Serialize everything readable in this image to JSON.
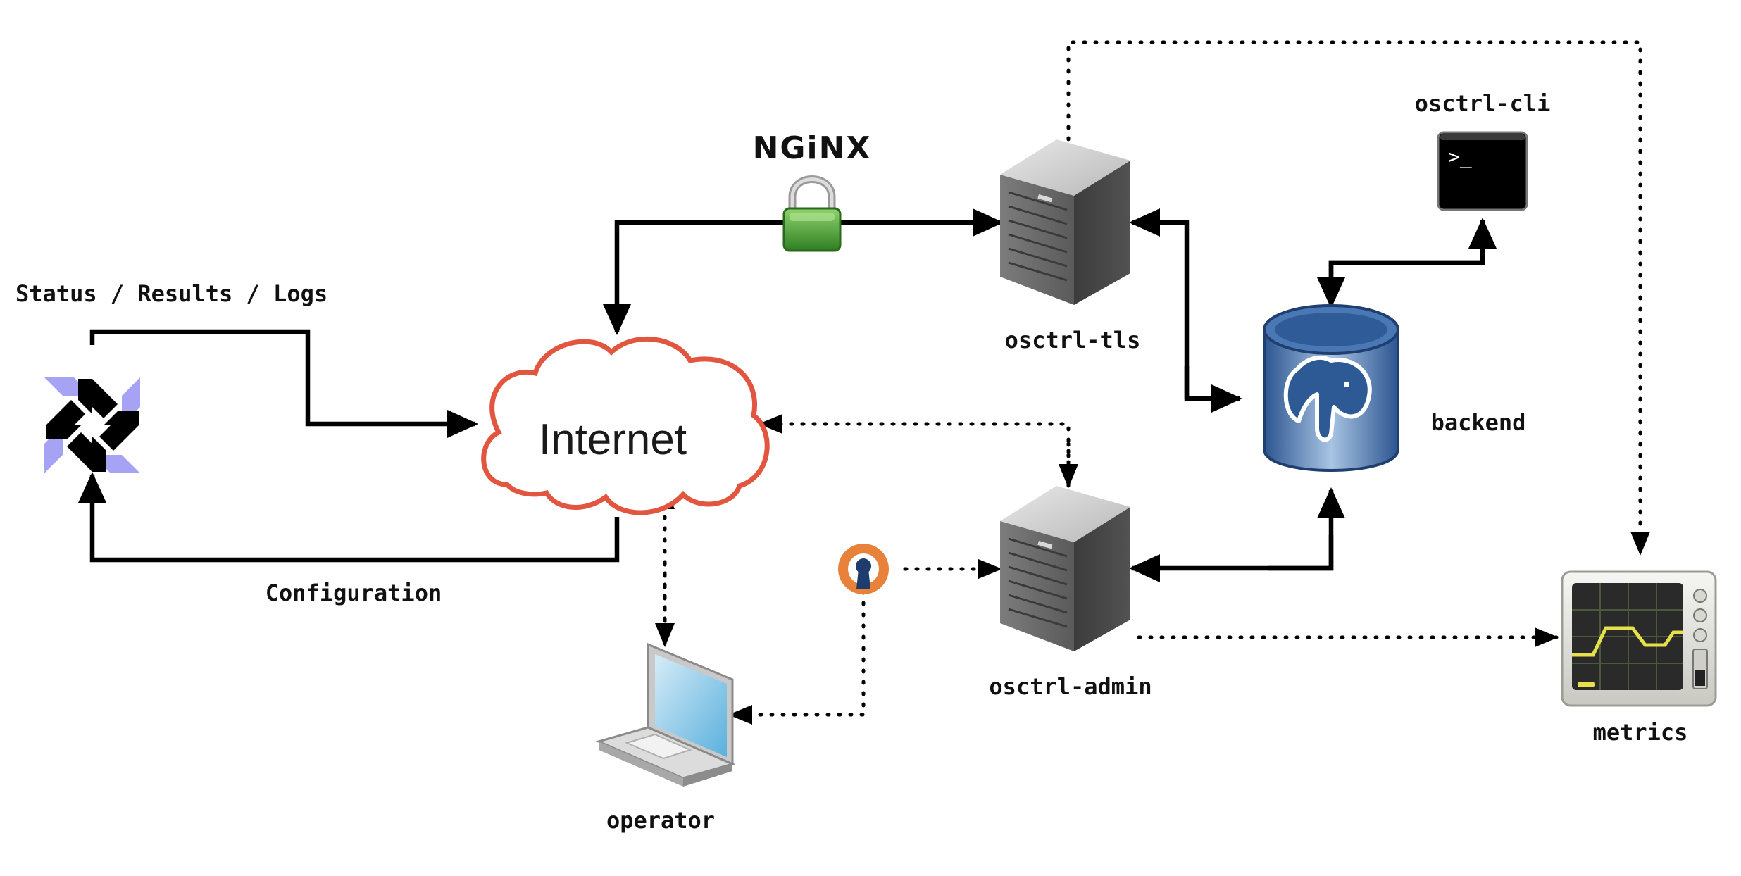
{
  "labels": {
    "status_results_logs": "Status / Results / Logs",
    "configuration": "Configuration",
    "internet": "Internet",
    "nginx": "NGiNX",
    "osctrl_tls": "osctrl-tls",
    "osctrl_admin": "osctrl-admin",
    "osctrl_cli": "osctrl-cli",
    "backend": "backend",
    "metrics": "metrics",
    "operator": "operator",
    "terminal_prompt": ">_"
  },
  "colors": {
    "cloud_stroke": "#e2563f",
    "lock_green": "#3d9a2f",
    "osquery_purple": "#a6a3f5",
    "openvpn_orange": "#e8823a",
    "openvpn_navy": "#1f3c6e",
    "postgres_blue": "#3a6aa8",
    "monitor_yellow": "#e6e04a"
  },
  "icons": [
    "osquery-logo-icon",
    "cloud-icon",
    "padlock-icon",
    "server-icon",
    "terminal-icon",
    "database-icon",
    "elephant-icon",
    "openvpn-icon",
    "laptop-icon",
    "monitor-icon"
  ]
}
